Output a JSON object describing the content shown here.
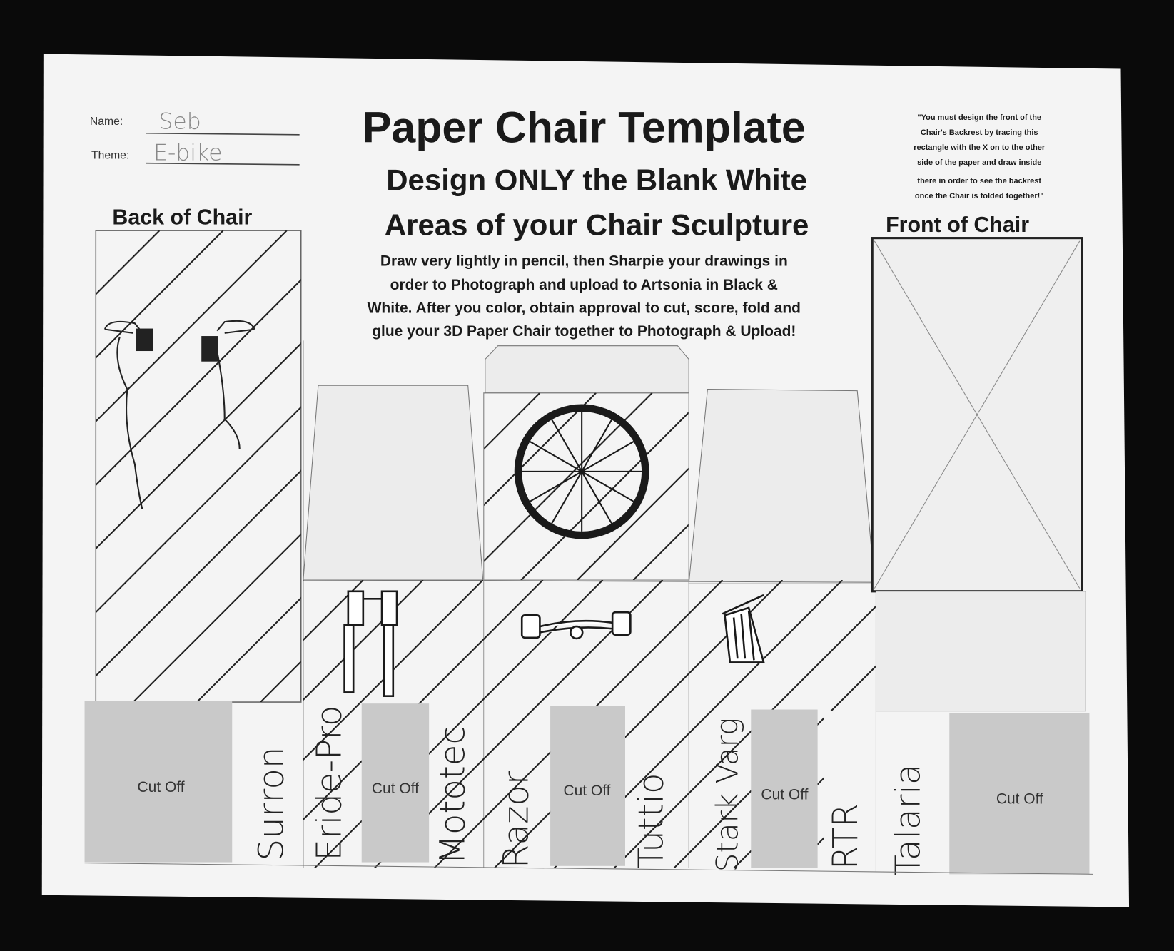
{
  "header": {
    "name_label": "Name:",
    "name_value": "Seb",
    "theme_label": "Theme:",
    "theme_value": "E-bike",
    "title": "Paper Chair Template",
    "subtitle_line1": "Design ONLY the Blank White",
    "subtitle_line2": "Areas of your Chair Sculpture"
  },
  "instructions": [
    "Draw very lightly in pencil, then Sharpie your drawings in",
    "order to Photograph and upload to Artsonia in Black &",
    "White. After you color, obtain approval to cut, score, fold and",
    "glue your 3D Paper Chair together to Photograph & Upload!"
  ],
  "note": [
    "\"You must design the front of the",
    "Chair's Backrest by tracing this",
    "rectangle with the X on to the other",
    "side of the paper and draw inside",
    "there in order to see the backrest",
    "once the Chair is folded together!\""
  ],
  "sections": {
    "back": "Back of Chair",
    "front": "Front of Chair"
  },
  "cut_off_label": "Cut Off",
  "brand_names": [
    "Surron",
    "Eride-Pro",
    "Mototec",
    "Razor",
    "Tuttio",
    "Stark Varg",
    "RTR",
    "Talaria"
  ],
  "colors": {
    "paper": "#f4f4f4",
    "cut_box": "#c9c9c9",
    "background": "#0a0a0a"
  }
}
